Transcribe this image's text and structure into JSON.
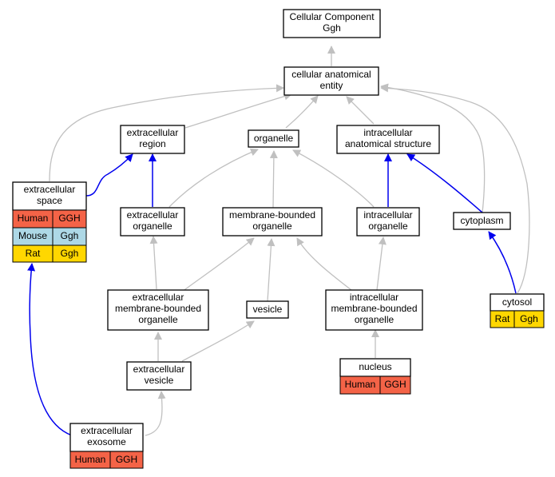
{
  "graph": {
    "nodes": {
      "root": [
        "Cellular Component",
        "Ggh"
      ],
      "cae": [
        "cellular anatomical",
        "entity"
      ],
      "ecr": [
        "extracellular",
        "region"
      ],
      "org": [
        "organelle"
      ],
      "ias": [
        "intracellular",
        "anatomical structure"
      ],
      "ecs": [
        "extracellular",
        "space"
      ],
      "eco": [
        "extracellular",
        "organelle"
      ],
      "mbo": [
        "membrane-bounded",
        "organelle"
      ],
      "ico": [
        "intracellular",
        "organelle"
      ],
      "cyt": [
        "cytoplasm"
      ],
      "ecmbo": [
        "extracellular",
        "membrane-bounded",
        "organelle"
      ],
      "ves": [
        "vesicle"
      ],
      "icmbo": [
        "intracellular",
        "membrane-bounded",
        "organelle"
      ],
      "cyto": [
        "cytosol"
      ],
      "ecv": [
        "extracellular",
        "vesicle"
      ],
      "nuc": [
        "nucleus"
      ],
      "exo": [
        "extracellular",
        "exosome"
      ]
    },
    "annotations": {
      "ecs": [
        [
          "Human",
          "GGH"
        ],
        [
          "Mouse",
          "Ggh"
        ],
        [
          "Rat",
          "Ggh"
        ]
      ],
      "cyto": [
        [
          "Rat",
          "Ggh"
        ]
      ],
      "nuc": [
        [
          "Human",
          "GGH"
        ]
      ],
      "exo": [
        [
          "Human",
          "GGH"
        ]
      ]
    },
    "species_colors": {
      "Human": "#f46347",
      "Mouse": "#add8e6",
      "Rat": "#ffd700"
    },
    "edge_colors": {
      "is_a": "#c0c0c0",
      "annotated_path": "#0000ee"
    }
  }
}
